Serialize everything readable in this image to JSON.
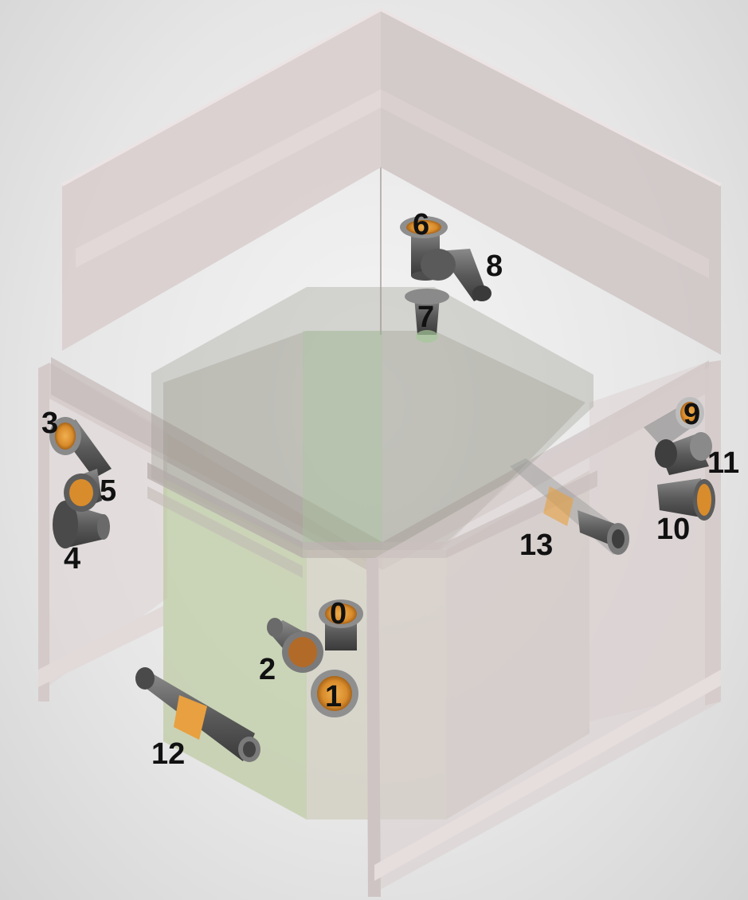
{
  "diagram": {
    "ports": [
      {
        "label": "0",
        "icon": "flange-icon"
      },
      {
        "label": "1",
        "icon": "flange-icon"
      },
      {
        "label": "2",
        "icon": "nozzle-icon"
      },
      {
        "label": "3",
        "icon": "nozzle-icon"
      },
      {
        "label": "4",
        "icon": "nozzle-icon"
      },
      {
        "label": "5",
        "icon": "nozzle-icon"
      },
      {
        "label": "6",
        "icon": "flange-icon"
      },
      {
        "label": "7",
        "icon": "flange-icon"
      },
      {
        "label": "8",
        "icon": "nozzle-icon"
      },
      {
        "label": "9",
        "icon": "nozzle-icon"
      },
      {
        "label": "10",
        "icon": "nozzle-icon"
      },
      {
        "label": "11",
        "icon": "nozzle-icon"
      },
      {
        "label": "12",
        "icon": "beamline-nozzle-icon"
      },
      {
        "label": "13",
        "icon": "beamline-nozzle-icon"
      }
    ],
    "colors": {
      "chamber_wall": "#d9cfcf",
      "inner_box": "#9a9a8e",
      "green_core": "#a6c89a",
      "port_body": "#5a5a5a",
      "port_accent": "#e8a040",
      "label": "#111111"
    }
  }
}
